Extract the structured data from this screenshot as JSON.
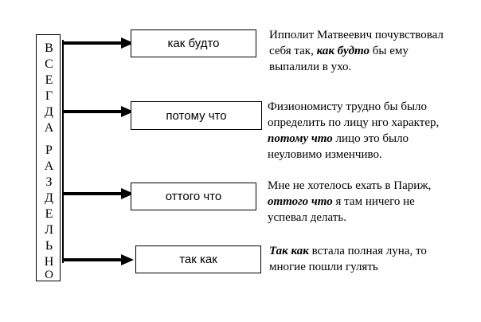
{
  "vertical_label": [
    "В",
    "С",
    "Е",
    "Г",
    "Д",
    "А",
    "Р",
    "А",
    "З",
    "Д",
    "Е",
    "Л",
    "Ь",
    "Н",
    "О"
  ],
  "conjunctions": [
    "как будто",
    "потому что",
    "оттого что",
    "так как"
  ],
  "examples": [
    {
      "lines": [
        {
          "parts": [
            "Ипполит Матвеевич почувствовал"
          ]
        },
        {
          "parts": [
            "себя так, ",
            "как будто",
            " бы ему"
          ]
        },
        {
          "parts": [
            "выпалили в ухо."
          ]
        }
      ]
    },
    {
      "lines": [
        {
          "parts": [
            "Физиономисту трудно бы было"
          ]
        },
        {
          "parts": [
            "определить по лицу нго характер,"
          ]
        },
        {
          "parts": [
            "",
            "потому что",
            " лицо это было"
          ]
        },
        {
          "parts": [
            "неуловимо изменчиво."
          ]
        }
      ]
    },
    {
      "lines": [
        {
          "parts": [
            "Мне не хотелось ехать в Париж,"
          ]
        },
        {
          "parts": [
            "",
            "оттого что",
            " я там ничего не"
          ]
        },
        {
          "parts": [
            "успевал делать."
          ]
        }
      ]
    },
    {
      "lines": [
        {
          "parts": [
            "",
            "Так как",
            " встала полная луна, то"
          ]
        },
        {
          "parts": [
            "многие пошли гулять"
          ]
        }
      ]
    }
  ]
}
